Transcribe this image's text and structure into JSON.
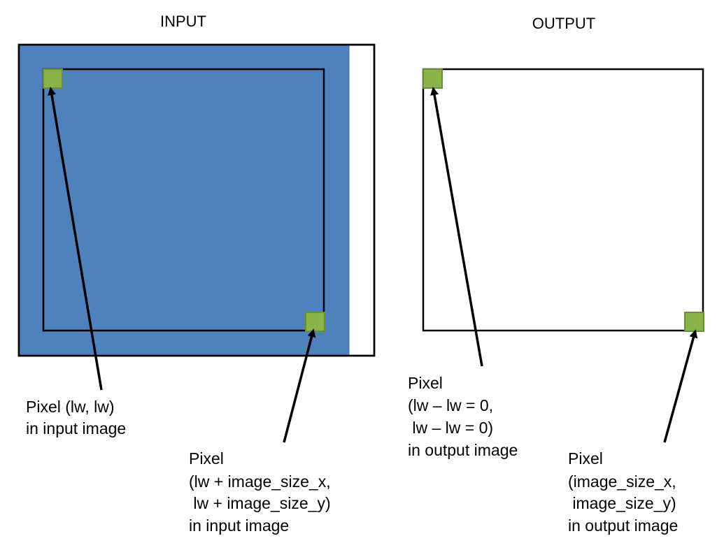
{
  "colors": {
    "input_fill": "#4f81bd",
    "input_fill_edge": "#41719c",
    "pixel_fill": "#8ab34b",
    "pixel_edge": "#6b8e3a",
    "frame": "#000000",
    "arrow": "#000000",
    "background": "#ffffff"
  },
  "input_panel": {
    "title": "INPUT"
  },
  "output_panel": {
    "title": "OUTPUT"
  },
  "labels": {
    "input_top_left": {
      "line1": "Pixel (lw, lw)",
      "line2": "in input image"
    },
    "input_bottom_right": {
      "line1": "Pixel",
      "line2": "(lw + image_size_x,",
      "line3": " lw + image_size_y)",
      "line4": "in input image"
    },
    "output_top_left": {
      "line1": "Pixel",
      "line2": "(lw – lw = 0,",
      "line3": " lw – lw = 0)",
      "line4": "in output image"
    },
    "output_bottom_right": {
      "line1": "Pixel",
      "line2": "(image_size_x,",
      "line3": " image_size_y)",
      "line4": "in output image"
    }
  },
  "icons": {
    "pixel_marker": "green-square-icon",
    "pointer": "arrow-icon"
  }
}
